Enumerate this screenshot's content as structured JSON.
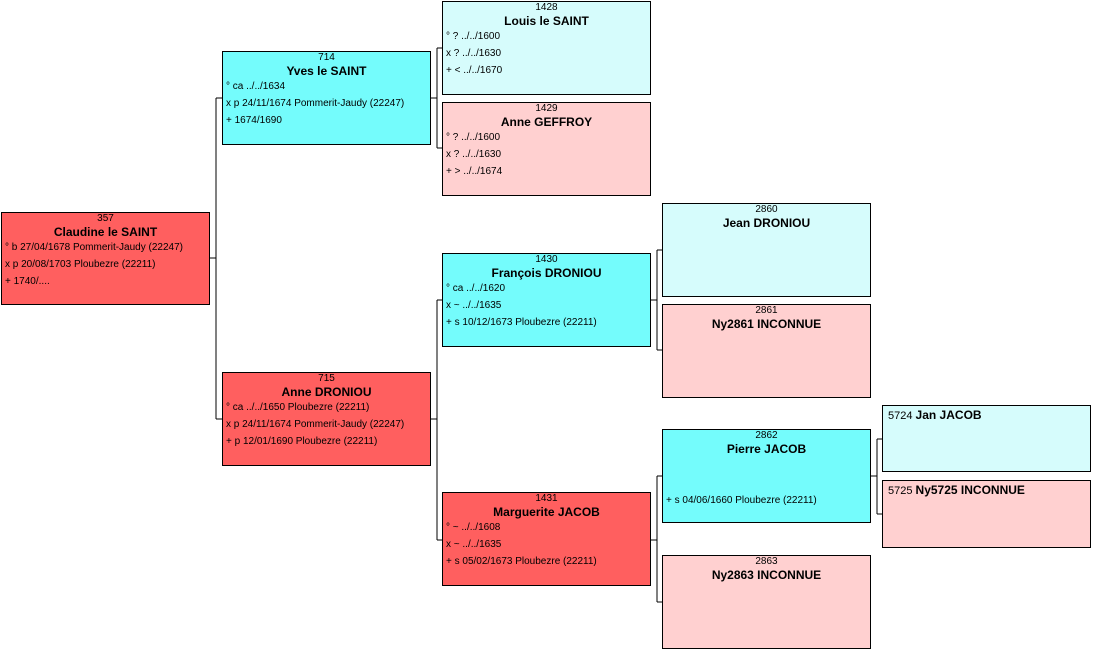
{
  "chart_title": "",
  "people": {
    "p357": {
      "num": "357",
      "name": "Claudine le SAINT",
      "events": [
        "° b 27/04/1678 Pommerit-Jaudy (22247)",
        "x p 20/08/1703 Ploubezre (22211)",
        "+ 1740/...."
      ]
    },
    "p714": {
      "num": "714",
      "name": "Yves le SAINT",
      "events": [
        "° ca ../../1634",
        "x p 24/11/1674 Pommerit-Jaudy (22247)",
        "+ 1674/1690"
      ]
    },
    "p715": {
      "num": "715",
      "name": "Anne DRONIOU",
      "events": [
        "° ca ../../1650 Ploubezre (22211)",
        "x p 24/11/1674 Pommerit-Jaudy (22247)",
        "+ p 12/01/1690 Ploubezre (22211)"
      ]
    },
    "p1428": {
      "num": "1428",
      "name": "Louis le SAINT",
      "events": [
        "° ? ../../1600",
        "x ? ../../1630",
        "+ < ../../1670"
      ]
    },
    "p1429": {
      "num": "1429",
      "name": "Anne GEFFROY",
      "events": [
        "° ? ../../1600",
        "x ? ../../1630",
        "+ > ../../1674"
      ]
    },
    "p1430": {
      "num": "1430",
      "name": "François DRONIOU",
      "events": [
        "° ca ../../1620",
        "x ~ ../../1635",
        "+ s 10/12/1673 Ploubezre (22211)"
      ]
    },
    "p1431": {
      "num": "1431",
      "name": "Marguerite JACOB",
      "events": [
        "° ~ ../../1608",
        "x ~ ../../1635",
        "+ s 05/02/1673 Ploubezre (22211)"
      ]
    },
    "p2860": {
      "num": "2860",
      "name": "Jean DRONIOU",
      "events": []
    },
    "p2861": {
      "num": "2861",
      "name": "Ny2861 INCONNUE",
      "events": []
    },
    "p2862": {
      "num": "2862",
      "name": "Pierre JACOB",
      "events": [
        "+ s 04/06/1660 Ploubezre (22211)"
      ]
    },
    "p2863": {
      "num": "2863",
      "name": "Ny2863 INCONNUE",
      "events": []
    },
    "p5724": {
      "num": "5724",
      "name": "Jan JACOB",
      "events": []
    },
    "p5725": {
      "num": "5725",
      "name": "Ny5725 INCONNUE",
      "events": []
    }
  },
  "colors": {
    "red": "#ff5f5f",
    "cyan": "#74fcfc",
    "light_cyan": "#d6fcfc",
    "pink": "#ffd0d0",
    "line": "#000000"
  }
}
